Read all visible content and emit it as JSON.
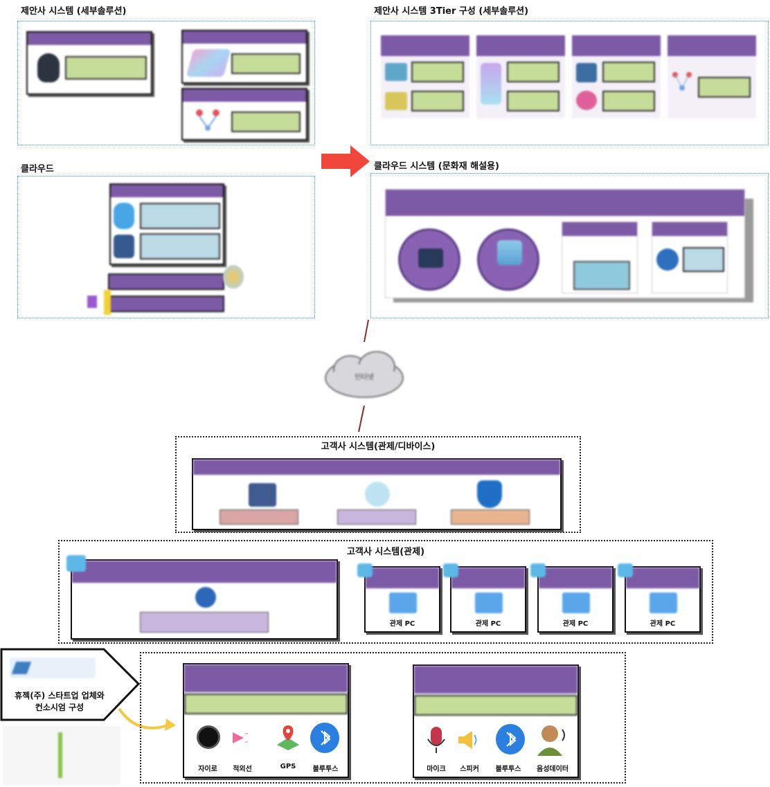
{
  "sections": {
    "proposal_system": "제안사 시스템 (세부솔루션)",
    "proposal_3tier": "제안사 시스템 3Tier 구성 (세부솔루션)",
    "cloud": "클라우드",
    "cloud_system": "클라우드 시스템 (문화재 해설용)",
    "internet": "인터넷",
    "client_device": "고객사 시스템(관제/디바이스)",
    "client_control": "고객사 시스템(관제)"
  },
  "consortium": {
    "line1": "휴젝(주) 스타트업 업체와",
    "line2": "컨소시엄 구성"
  },
  "control_pcs": [
    "관제 PC",
    "관제 PC",
    "관제 PC",
    "관제 PC"
  ],
  "sensor_panel": {
    "items": [
      "자이로",
      "적외선",
      "GPS",
      "블루투스"
    ]
  },
  "audio_panel": {
    "items": [
      "마이크",
      "스피커",
      "블루투스",
      "음성데이터"
    ]
  },
  "colors": {
    "purple": "#7d5aa6",
    "green": "#c6dd9a",
    "arrow_red": "#f0463c",
    "cyan_border": "#2aa7d6"
  }
}
